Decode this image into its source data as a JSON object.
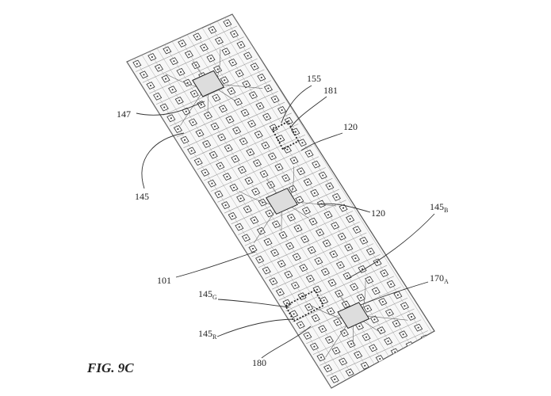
{
  "figure": {
    "title": "FIG. 9C",
    "labels": {
      "l155": "155",
      "l181": "181",
      "l147": "147",
      "l120a": "120",
      "l145": "145",
      "l120b": "120",
      "l145B": {
        "main": "145",
        "sub": "B"
      },
      "l101": "101",
      "l170A": {
        "main": "170",
        "sub": "A"
      },
      "l145G": {
        "main": "145",
        "sub": "G"
      },
      "l145R": {
        "main": "145",
        "sub": "R"
      },
      "l180": "180"
    }
  }
}
